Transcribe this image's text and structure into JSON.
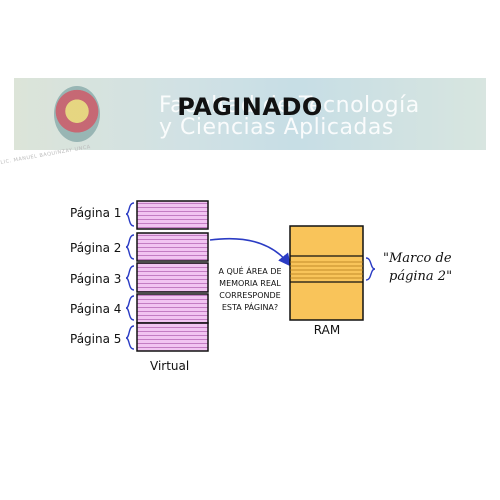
{
  "banner": {
    "line1": "Facultad de Tecnología",
    "line2": "y Ciencias Aplicadas"
  },
  "title": "PAGINADO",
  "watermark": "LIC. MANUEL BAQUINZAY UNCA",
  "virtual": {
    "label": "Virtual",
    "pages": [
      "Página 1",
      "Página 2",
      "Página 3",
      "Página 4",
      "Página 5"
    ]
  },
  "question": [
    "A QUÉ ÁREA DE",
    "MEMORIA REAL",
    "CORRESPONDE",
    "ESTA PÁGINA?"
  ],
  "ram": {
    "label": "RAM"
  },
  "frame_note": [
    "\"Marco de",
    "página 2\""
  ],
  "colors": {
    "virtual_fill": "#f1c4f1",
    "virtual_line": "#b86ab8",
    "ram_fill": "#f9c45a",
    "arrow": "#2b3cc4",
    "brace": "#2b3cc4"
  }
}
